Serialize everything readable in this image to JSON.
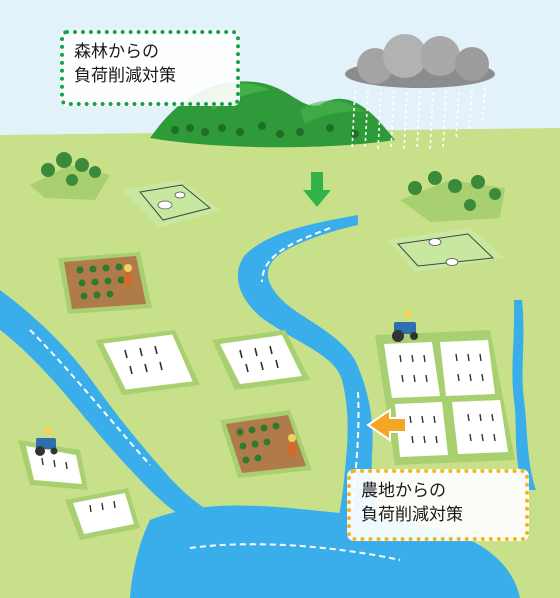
{
  "labels": {
    "forest": {
      "line1": "森林からの",
      "line2": "負荷削減対策"
    },
    "farm": {
      "line1": "農地からの",
      "line2": "負荷削減対策"
    }
  },
  "colors": {
    "sky": "#e3f1fb",
    "ground": "#c8e08a",
    "river": "#3aaeea",
    "river_highlight": "#ffffff",
    "mountain": "#2e9a3a",
    "forest_border": "#16a34a",
    "farm_border": "#f5b41a",
    "arrow_green": "#34b24a",
    "arrow_orange": "#f5a623",
    "paddy": "#ffffff",
    "field_soil": "#b07a4a",
    "cloud": "#8c8c8c"
  },
  "icons": [
    "cloud-icon",
    "rain-icon",
    "down-arrow-icon",
    "left-arrow-icon",
    "tractor-icon",
    "farmer-icon",
    "cow-icon",
    "tree-icon"
  ]
}
